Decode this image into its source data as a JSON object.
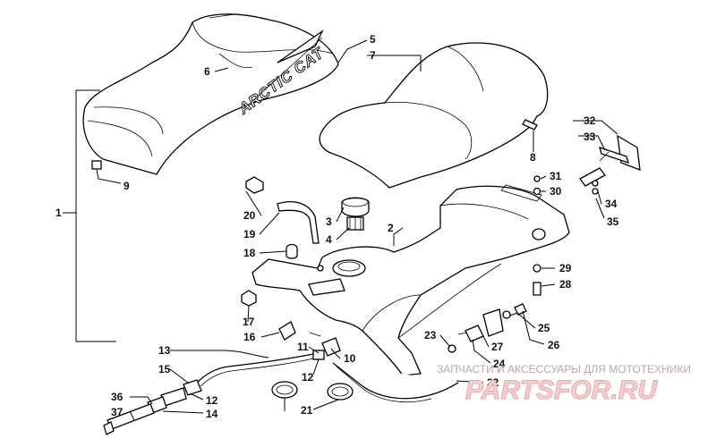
{
  "diagram": {
    "callouts": [
      "1",
      "2",
      "3",
      "4",
      "5",
      "6",
      "7",
      "8",
      "9",
      "10",
      "11",
      "12",
      "12",
      "13",
      "14",
      "15",
      "16",
      "17",
      "18",
      "19",
      "20",
      "21",
      "22",
      "23",
      "24",
      "25",
      "26",
      "27",
      "28",
      "29",
      "30",
      "31",
      "32",
      "33",
      "34",
      "35",
      "36",
      "37"
    ],
    "seat_brand": "ARCTIC CAT"
  },
  "watermark": {
    "subtitle": "ЗАПЧАСТИ И АКСЕССУАРЫ ДЛЯ МОТОТЕХНИКИ",
    "logo": "PARTSFOR.RU"
  }
}
